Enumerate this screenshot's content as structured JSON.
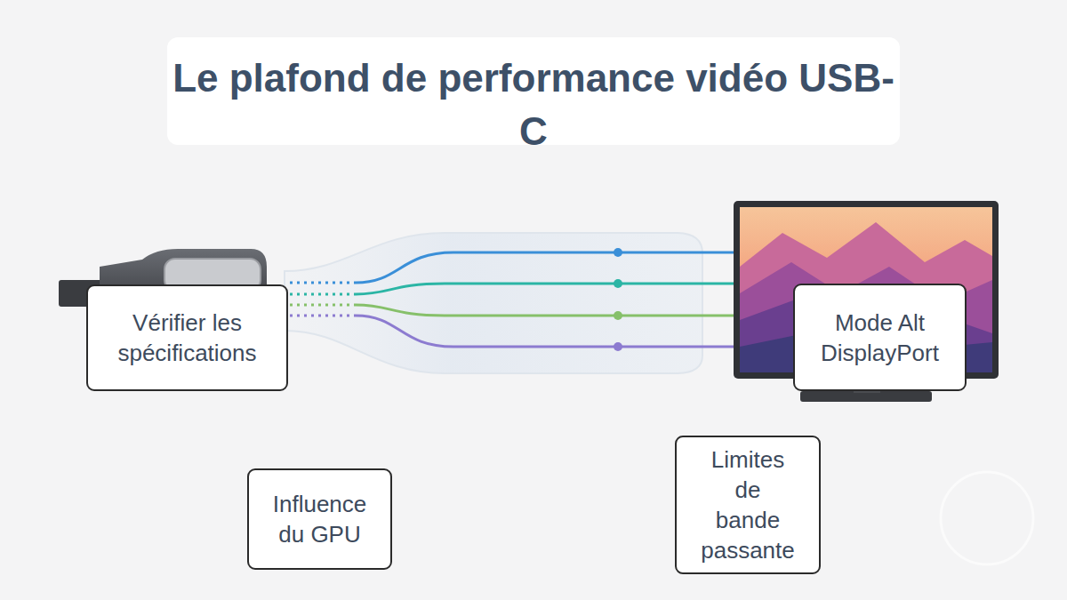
{
  "diagram": {
    "title": "Le plafond de performance vidéo USB-C",
    "nodes": [
      {
        "text": [
          "Vérifier les spécifications"
        ]
      },
      {
        "text": [
          "Mode Alt DisplayPort"
        ]
      },
      {
        "text": [
          "Influence du GPU"
        ]
      },
      {
        "text": [
          "Limites de bande passante"
        ]
      }
    ]
  }
}
